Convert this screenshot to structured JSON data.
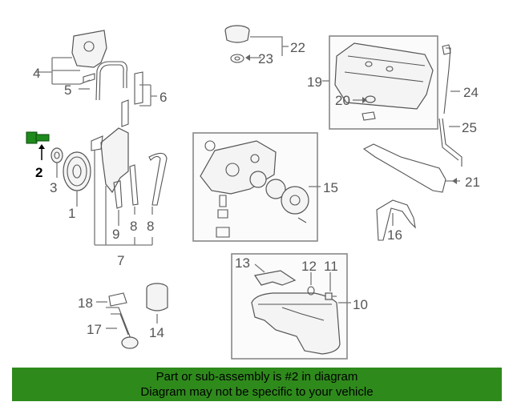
{
  "callouts": {
    "c1": "1",
    "c2": "2",
    "c3": "3",
    "c4": "4",
    "c5": "5",
    "c6": "6",
    "c7": "7",
    "c8a": "8",
    "c8b": "8",
    "c9": "9",
    "c10": "10",
    "c11": "11",
    "c12": "12",
    "c13": "13",
    "c14": "14",
    "c15": "15",
    "c16": "16",
    "c17": "17",
    "c18": "18",
    "c19": "19",
    "c20": "20",
    "c21": "21",
    "c22": "22",
    "c23": "23",
    "c24": "24",
    "c25": "25"
  },
  "highlight_part": "2",
  "colors": {
    "banner": "#2f8a1c",
    "highlight_part": "#1f8a1c"
  },
  "banner": {
    "line1": "Part or sub-assembly is #2 in diagram",
    "line2": "Diagram may not be specific to your vehicle"
  }
}
